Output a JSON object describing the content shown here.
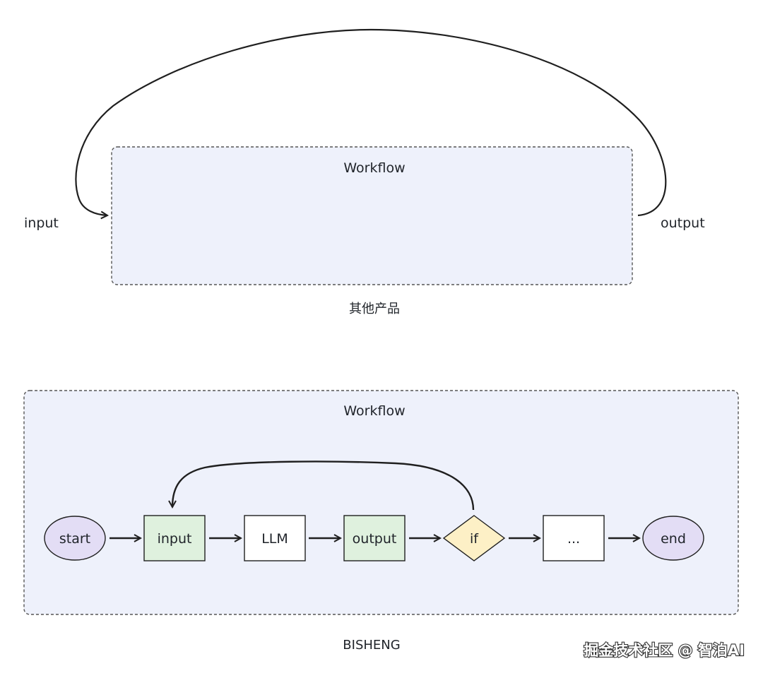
{
  "top_section": {
    "container_label": "Workflow",
    "input_label": "input",
    "output_label": "output",
    "caption": "其他产品"
  },
  "bottom_section": {
    "container_label": "Workflow",
    "caption": "BISHENG",
    "nodes": [
      {
        "id": "start",
        "label": "start",
        "shape": "ellipse"
      },
      {
        "id": "input",
        "label": "input",
        "shape": "rect"
      },
      {
        "id": "llm",
        "label": "LLM",
        "shape": "rect"
      },
      {
        "id": "output",
        "label": "output",
        "shape": "rect"
      },
      {
        "id": "if",
        "label": "if",
        "shape": "diamond"
      },
      {
        "id": "more",
        "label": "...",
        "shape": "rect"
      },
      {
        "id": "end",
        "label": "end",
        "shape": "ellipse"
      }
    ],
    "edges": [
      {
        "from": "start",
        "to": "input"
      },
      {
        "from": "input",
        "to": "llm"
      },
      {
        "from": "llm",
        "to": "output"
      },
      {
        "from": "output",
        "to": "if"
      },
      {
        "from": "if",
        "to": "more"
      },
      {
        "from": "more",
        "to": "end"
      },
      {
        "from": "if",
        "to": "input",
        "type": "loop"
      }
    ]
  },
  "colors": {
    "container_fill": "#eef1fb",
    "container_border": "#555555",
    "ellipse_fill": "#e3ddf5",
    "io_fill": "#dff1de",
    "llm_fill": "#ffffff",
    "decision_fill": "#fdf0c6",
    "stroke": "#1f1f1f"
  },
  "watermark": "掘金技术社区 @ 智泊AI"
}
